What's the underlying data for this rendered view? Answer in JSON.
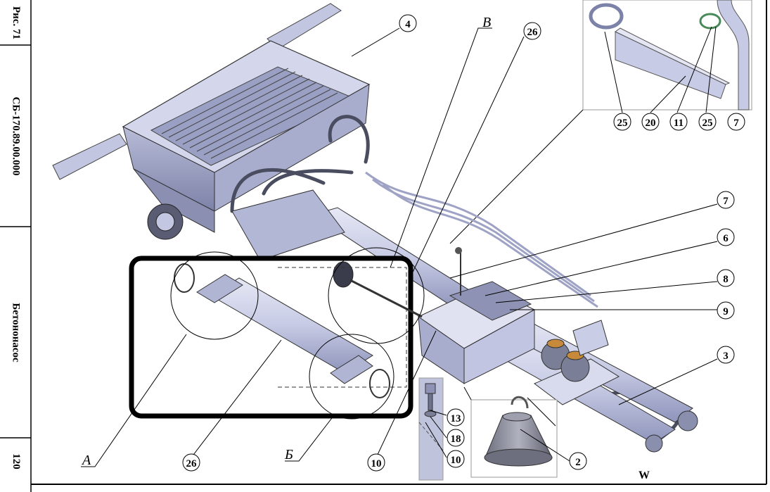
{
  "title_strip": {
    "figure": "Рис. 71",
    "code": "СБ-170.89.00.000",
    "name": "Бетононасос",
    "page": "120"
  },
  "callouts": {
    "c4": "4",
    "c26_top": "26",
    "c7": "7",
    "c6": "6",
    "c8": "8",
    "c9": "9",
    "c3": "3",
    "c2": "2",
    "c13": "13",
    "c18": "18",
    "c10_inset": "10",
    "c10": "10",
    "c26_bottom": "26",
    "d25a": "25",
    "d20": "20",
    "d11": "11",
    "d25b": "25",
    "d7": "7"
  },
  "view_letters": {
    "v": "В",
    "a": "А",
    "b": "Б",
    "w": "W"
  },
  "colors": {
    "steel": "#c9cde6",
    "steel_dark": "#8d93b8",
    "highlight_box": "#000000"
  }
}
